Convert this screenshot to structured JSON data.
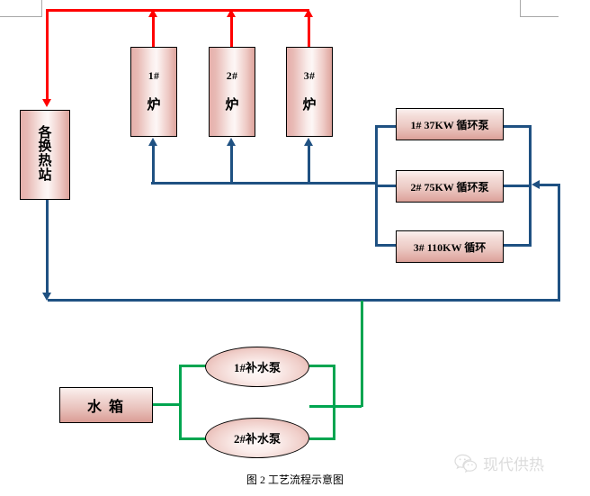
{
  "diagram": {
    "caption": "图 2 工艺流程示意图",
    "colors": {
      "supply_pipe": "#ff0000",
      "return_pipe": "#1f5182",
      "makeup_pipe": "#00a550",
      "node_fill": "#e8bab5",
      "node_border": "#000000"
    },
    "nodes": {
      "station": {
        "label": "各换热站",
        "chars": [
          "各",
          "换",
          "热",
          "站"
        ]
      },
      "boilers": [
        {
          "num": "1#",
          "kind": "炉"
        },
        {
          "num": "2#",
          "kind": "炉"
        },
        {
          "num": "3#",
          "kind": "炉"
        }
      ],
      "circulation_pumps": [
        {
          "label": "1# 37KW 循环泵"
        },
        {
          "label": "2# 75KW 循环泵"
        },
        {
          "label": "3# 110KW 循环"
        }
      ],
      "water_tank": {
        "label": "水 箱"
      },
      "makeup_pumps": [
        {
          "label": "1#补水泵"
        },
        {
          "label": "2#补水泵"
        }
      ]
    },
    "watermark": {
      "text": "现代供热",
      "icon": "wechat-icon"
    }
  }
}
